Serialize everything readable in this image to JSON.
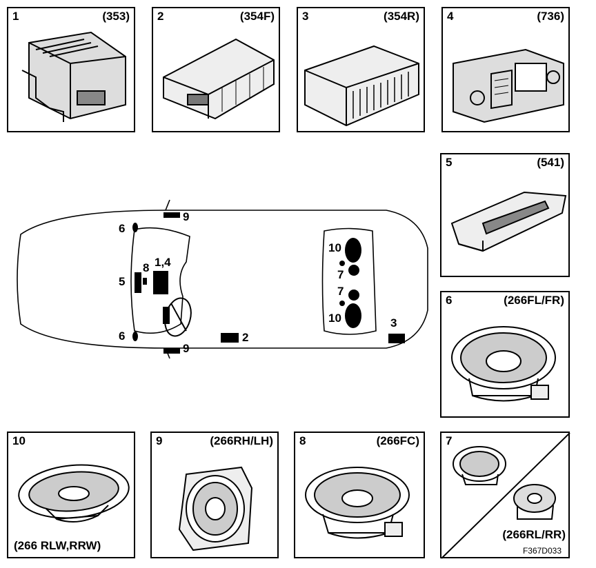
{
  "panels": {
    "p1": {
      "num": "1",
      "code": "(353)"
    },
    "p2": {
      "num": "2",
      "code": "(354F)"
    },
    "p3": {
      "num": "3",
      "code": "(354R)"
    },
    "p4": {
      "num": "4",
      "code": "(736)"
    },
    "p5": {
      "num": "5",
      "code": "(541)"
    },
    "p6": {
      "num": "6",
      "code": "(266FL/FR)"
    },
    "p7": {
      "num": "7",
      "code": "(266RL/RR)"
    },
    "p8": {
      "num": "8",
      "code": "(266FC)"
    },
    "p9": {
      "num": "9",
      "code": "(266RH/LH)"
    },
    "p10": {
      "num": "10",
      "code": "(266 RLW,RRW)"
    }
  },
  "car_labels": {
    "l9_top": "9",
    "l6_top": "6",
    "l8": "8",
    "l14": "1,4",
    "l5": "5",
    "l6_bot": "6",
    "l9_bot": "9",
    "l2": "2",
    "l3": "3",
    "l10_top": "10",
    "l7_top": "7",
    "l7_bot": "7",
    "l10_bot": "10"
  },
  "figure_id": "F367D033"
}
